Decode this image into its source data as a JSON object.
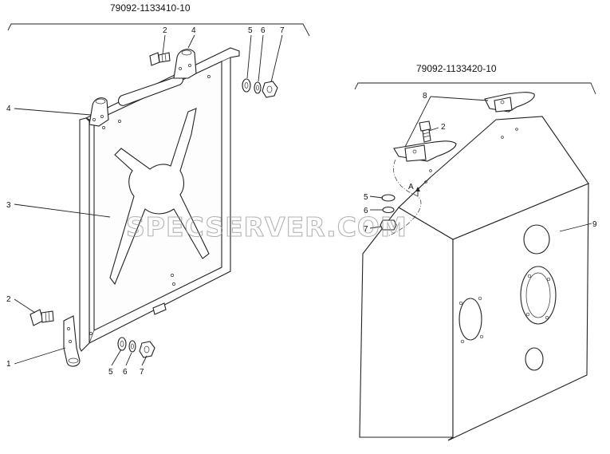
{
  "assemblies": {
    "left_part_number": "79092-1133410-10",
    "right_part_number": "79092-1133420-10"
  },
  "callouts": {
    "left": {
      "bolt_top": "2",
      "clip_top": "4",
      "washer_top": "5",
      "lockwasher_top": "6",
      "nut_top": "7",
      "clip_left": "4",
      "plate": "3",
      "bolt_bottom": "2",
      "bracket": "1",
      "washer_bottom": "5",
      "lockwasher_bottom": "6",
      "nut_bottom": "7"
    },
    "right": {
      "latch": "8",
      "bolt": "2",
      "washer": "5",
      "lockwasher": "6",
      "nut": "7",
      "tank": "9",
      "view_marker": "A"
    }
  },
  "watermark": "SPECSERVER.COM"
}
